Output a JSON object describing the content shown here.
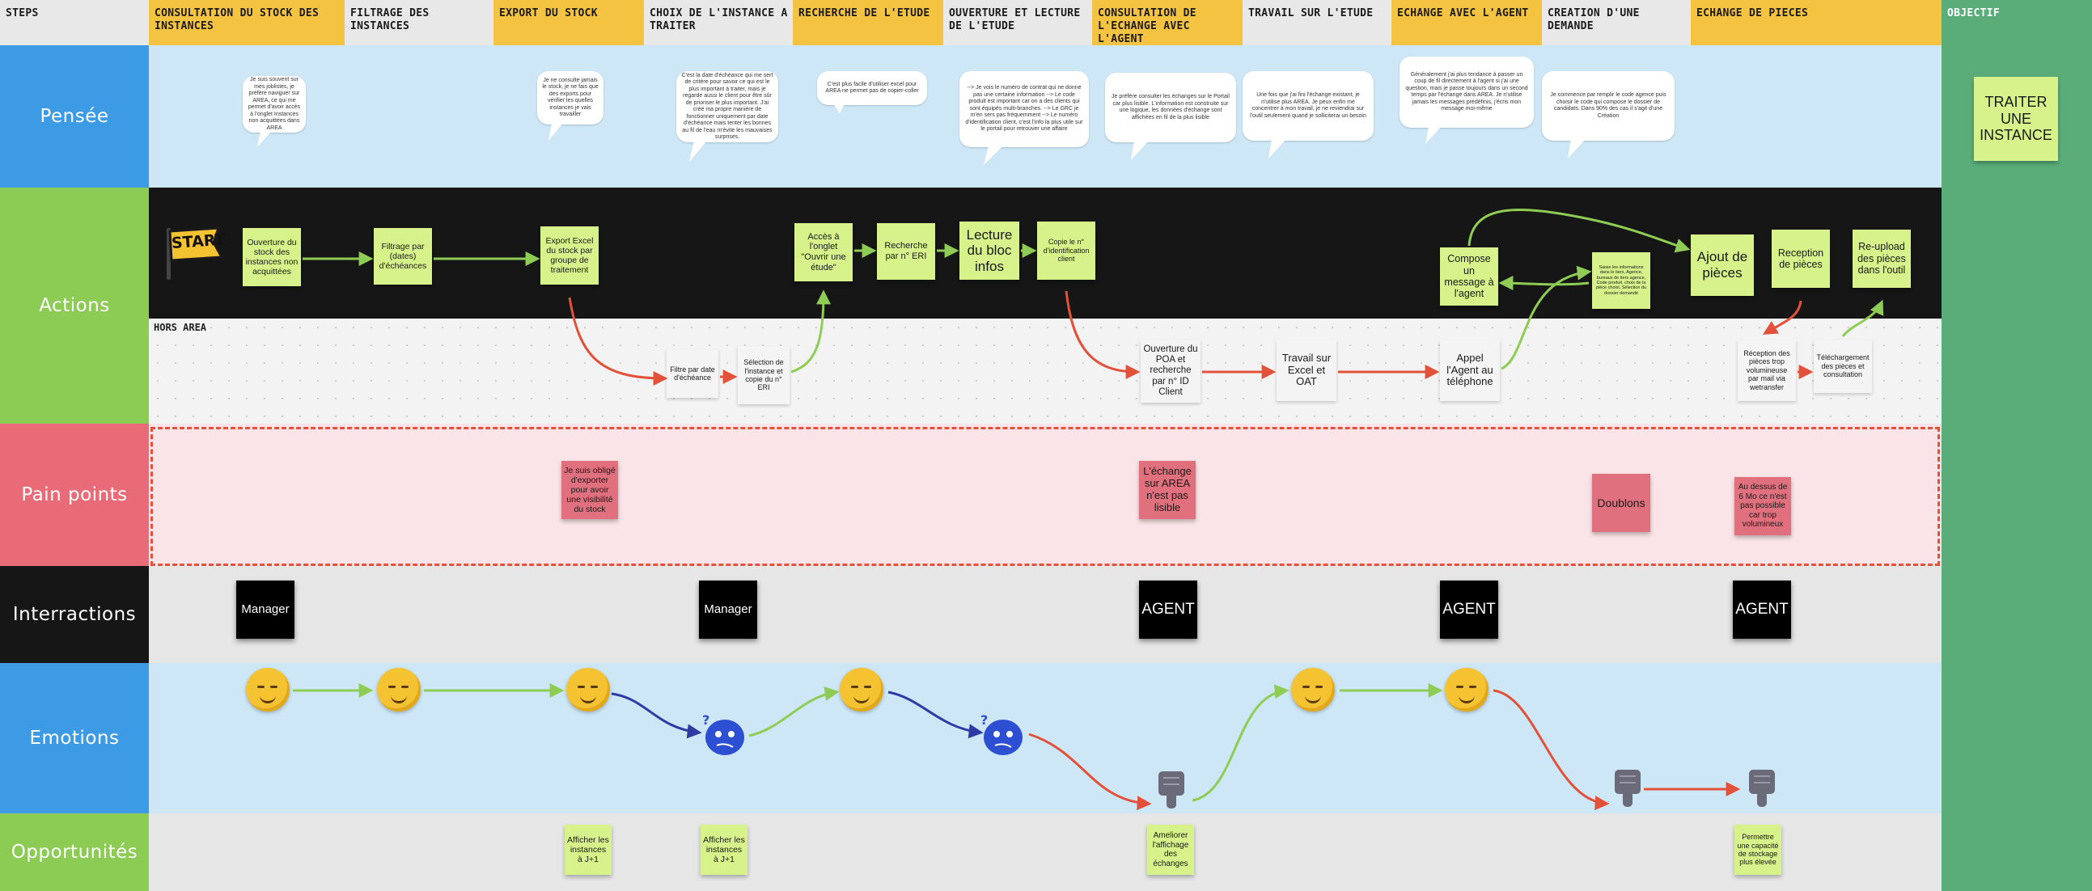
{
  "colors": {
    "step_header": "#f5c342",
    "step_header_alt": "#e8e8e8",
    "pensee": "#3d9be6",
    "actions": "#8ccb54",
    "pain": "#ea6b78",
    "interractions": "#161616",
    "emotions": "#3d9be6",
    "opportunites": "#8ccb54",
    "objectif": "#5aad79",
    "light_blue_band": "#cde7f7",
    "pink_band": "#fbe4e7",
    "grey_band": "#e6e6e6",
    "arrow_green": "#8fcc55",
    "arrow_red": "#e2513a",
    "arrow_blue": "#2f3aa3"
  },
  "steps_header": "STEPS",
  "objective_header": "OBJECTIF",
  "steps": [
    {
      "label": "CONSULTATION DU STOCK DES INSTANCES"
    },
    {
      "label": "FILTRAGE DES INSTANCES"
    },
    {
      "label": "EXPORT DU STOCK"
    },
    {
      "label": "CHOIX DE L'INSTANCE A TRAITER"
    },
    {
      "label": "RECHERCHE DE L'ETUDE"
    },
    {
      "label": "OUVERTURE ET LECTURE DE L'ETUDE"
    },
    {
      "label": "CONSULTATION DE L'ECHANGE AVEC L'AGENT"
    },
    {
      "label": "TRAVAIL SUR L'ETUDE"
    },
    {
      "label": "ECHANGE AVEC L'AGENT"
    },
    {
      "label": "CREATION D'UNE DEMANDE"
    },
    {
      "label": "ECHANGE DE PIECES"
    }
  ],
  "rows": {
    "pensee": "Pensée",
    "actions": "Actions",
    "pain": "Pain points",
    "interractions": "Interractions",
    "emotions": "Emotions",
    "opportunites": "Opportunités"
  },
  "objective": "TRAITER UNE INSTANCE",
  "hors_area": "HORS AREA",
  "start_label": "START",
  "thoughts": [
    "Je suis souvent sur mes joblistes, je préfère naviguer sur AREA, ce qui me permet d'avoir accès à l'onglet Instances non acquittées dans AREA",
    "Je ne consulte jamais le stock, je ne fais que des exports pour vérifier les quelles instances je vais travailler",
    "C'est la date d'échéance qui me sert de critère pour savoir ce qui est le plus important à traiter, mais je regarde aussi le client pour être sûr de prioriser le plus important. J'ai créé ma propre manière de fonctionner uniquement par date d'échéance mais tenter les bonnes au fil de l'eau m'évite les mauvaises surprises.",
    "C'est plus facile d'utiliser excel pour AREA ne permet pas de copier-coller",
    "--> Je vois le numéro de contrat qui ne donne pas une certaine information --> Le code produit est important car on a des clients qui sont équipés multi-branches. --> Le GRC je m'en sers pas fréquemment --> Le numéro d'identification client, c'est l'info la plus utile sur le portail pour retrouver une affaire",
    "Je préfère consulter les échanges sur le Portail car plus lisible. L'information est construite sur une logique, les données d'échange sont affichées en fil de la plus lisible",
    "Une fois que j'ai fini l'échange existant, je n'utilise plus AREA. Je peux enfin me concentrer à mon travail, je ne reviendrai sur l'outil seulement quand je solliciterai un besoin",
    "Généralement j'ai plus tendance à passer un coup de fil directement à l'agent si j'ai une question, mais je passe toujours dans un second temps par l'échange dans AREA. Je n'utilise jamais les messages prédéfinis, j'écris mon message moi-même",
    "Je commence par remplir le code agence puis choisir le code qui compose le dossier de candidats. Dans 90% des cas il s'agit d'une Création"
  ],
  "actions_top": {
    "a1": "Ouverture du stock des instances non acquittées",
    "a2": "Filtrage par (dates) d'échéances",
    "a3": "Export Excel du stock par groupe de traitement",
    "a4": "Accès à l'onglet \"Ouvrir une étude\"",
    "a5": "Recherche par n° ERI",
    "a6": "Lecture du bloc infos",
    "a7": "Copie le n° d'identification client",
    "a8": "Compose un message à l'agent",
    "a9": "Saisie les informations dans le tiers, Agence, bureaux de tiers agence, Code produit, choix de la pièce choisi, Sélection du dossier demandé",
    "a10": "Ajout de pièces",
    "a11": "Reception de pièces",
    "a12": "Re-upload des pièces dans l'outil"
  },
  "actions_bottom": {
    "b1": "Filtre par date d'échéance",
    "b2": "Sélection de l'instance et copie du n° ERI",
    "b3": "Ouverture du POA et recherche par n° ID Client",
    "b4": "Travail sur Excel et OAT",
    "b5": "Appel l'Agent au téléphone",
    "b6": "Réception des pièces trop volumineuse par mail via wetransfer",
    "b7": "Téléchargement des pièces et consultation"
  },
  "pain_points": [
    "Je suis obligé d'exporter pour avoir une visibilité du stock",
    "L'échange sur AREA n'est pas lisible",
    "Doublons",
    "Au dessus de 6 Mo ce n'est pas possible car trop volumineux"
  ],
  "interactions": [
    "Manager",
    "Manager",
    "AGENT",
    "AGENT",
    "AGENT"
  ],
  "opportunities": [
    "Afficher les instances à J+1",
    "Afficher les instances à J+1",
    "Ameliorer l'affichage des échanges",
    "Permettre une capacité de stockage plus élevée"
  ],
  "emotions": [
    "content",
    "content",
    "content",
    "confused",
    "content",
    "confused",
    "thumbs-down",
    "content",
    "content",
    "thumbs-down",
    "thumbs-down"
  ]
}
